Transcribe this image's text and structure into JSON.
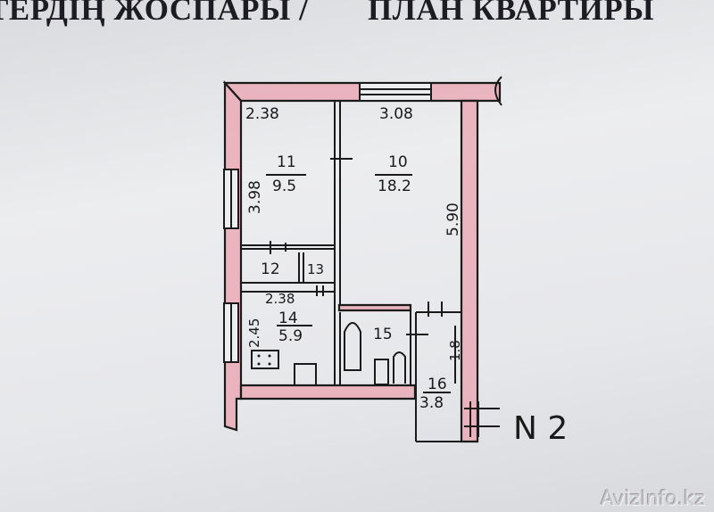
{
  "header": {
    "title_kazakh": "ТЕРДІҢ ЖОСПАРЫ /",
    "title_russian": "ПЛАН КВАРТИРЫ"
  },
  "plan": {
    "dimensions": {
      "room11_width": "2.38",
      "room10_width": "3.08",
      "room11_length": "3.98",
      "room10_length": "5.90",
      "room14_width": "2.38",
      "room14_length": "2.45",
      "room16_length": "1.8"
    },
    "rooms": [
      {
        "number": "11",
        "area": "9.5"
      },
      {
        "number": "10",
        "area": "18.2"
      },
      {
        "number": "12"
      },
      {
        "number": "13"
      },
      {
        "number": "14",
        "area": "5.9"
      },
      {
        "number": "15"
      },
      {
        "number": "16",
        "area": "3.8"
      }
    ],
    "apartment_label": "N 2",
    "wall_color": "#e9a3b0",
    "line_color": "#1a1a1a"
  },
  "watermark": "AvizInfo.kz"
}
